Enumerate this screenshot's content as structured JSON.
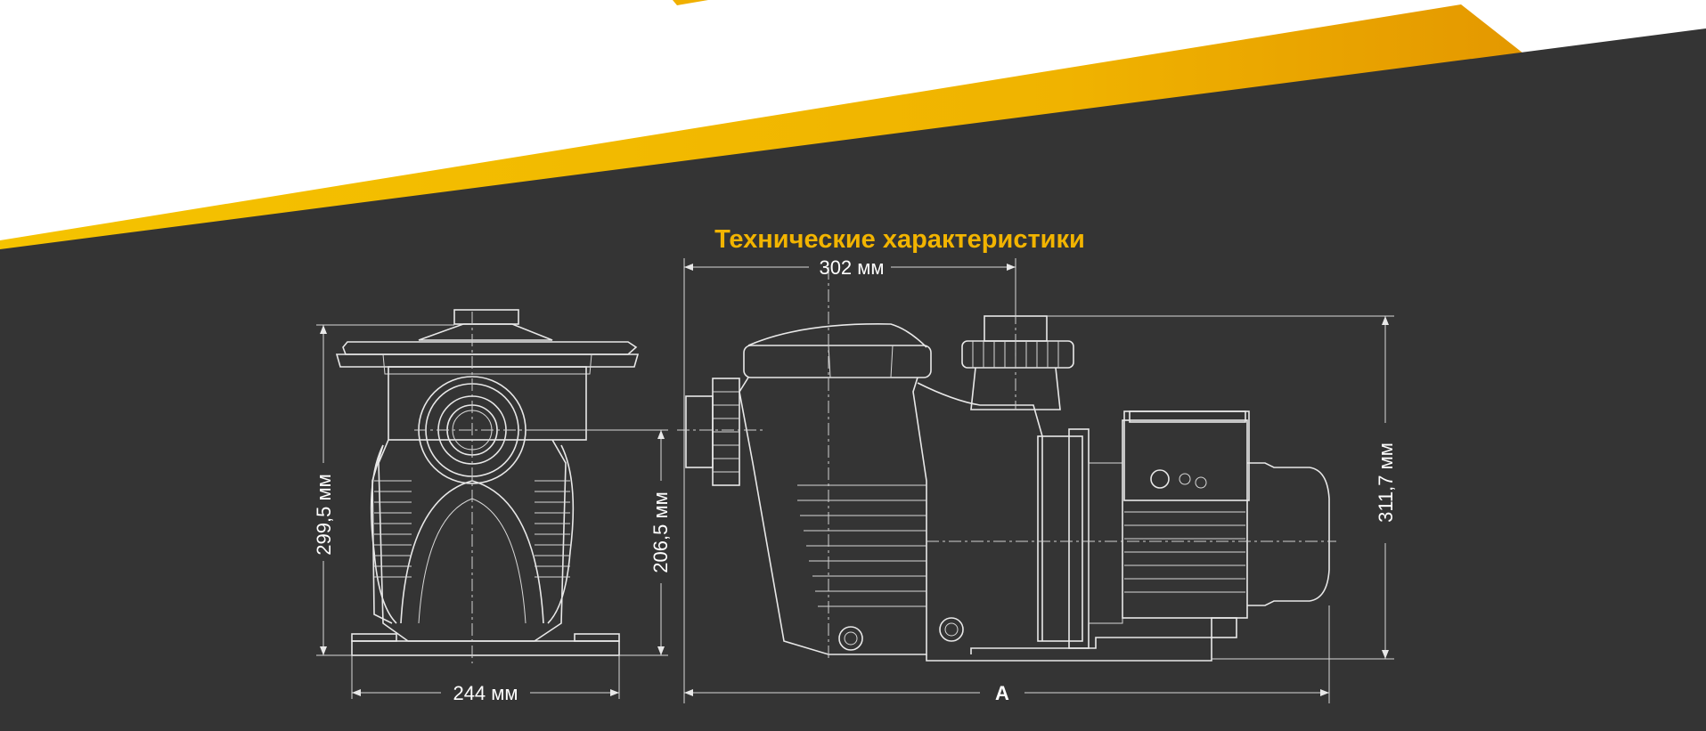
{
  "section_title": "Технические характеристики",
  "colors": {
    "background_dark": "#343434",
    "accent_yellow": "#f2b400",
    "accent_orange": "#e79d00",
    "line_color": "#e8e8e8"
  },
  "front_view": {
    "width_label": "244 мм",
    "height_total_label": "299,5 мм",
    "inlet_height_label": "206,5 мм"
  },
  "side_view": {
    "top_width_label": "302 мм",
    "height_label": "311,7 мм",
    "length_label": "A"
  }
}
